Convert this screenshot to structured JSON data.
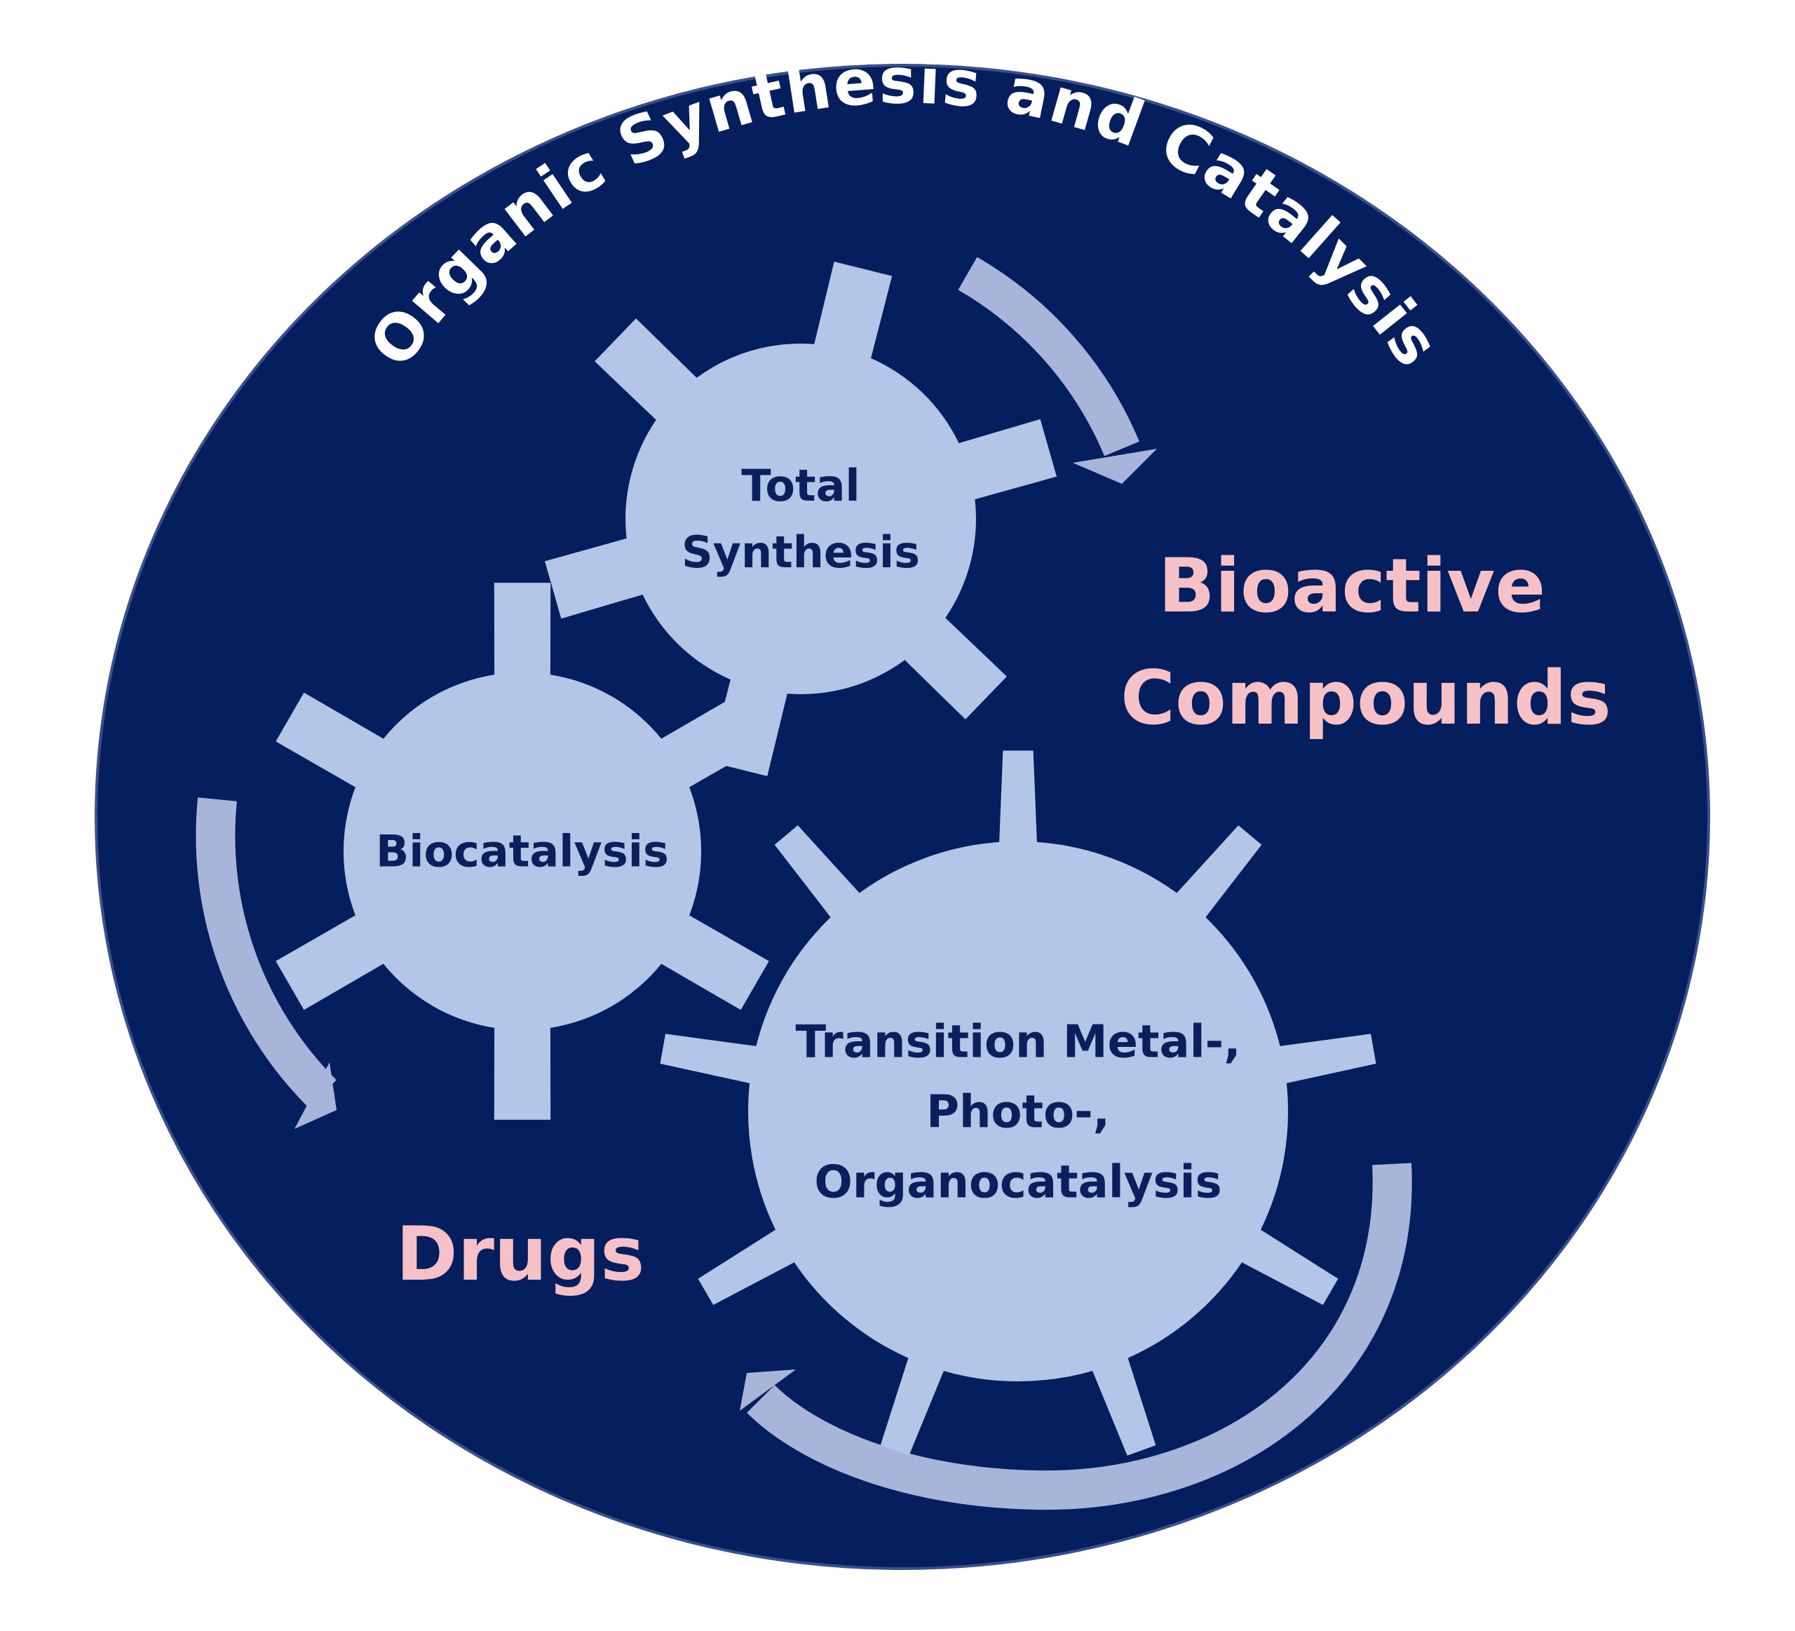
{
  "title": "Organic Synthesis and Catalysis",
  "gears": [
    {
      "id": "total-synthesis",
      "lines": [
        "Total",
        "Synthesis"
      ]
    },
    {
      "id": "biocatalysis",
      "lines": [
        "Biocatalysis"
      ]
    },
    {
      "id": "transition-metal",
      "lines": [
        "Transition Metal-,",
        "Photo-,",
        "Organocatalysis"
      ]
    }
  ],
  "outcomes": {
    "bioactive": [
      "Bioactive",
      "Compounds"
    ],
    "drugs": "Drugs"
  },
  "colors": {
    "background": "#ffffff",
    "circle": "#041e5e",
    "circle_stroke": "#3a4f8c",
    "gear": "#b3c6e7",
    "gear_text": "#0b1f5c",
    "arrow": "#a9b4db",
    "outcome_text": "#f6c1c6",
    "title_text": "#ffffff"
  }
}
